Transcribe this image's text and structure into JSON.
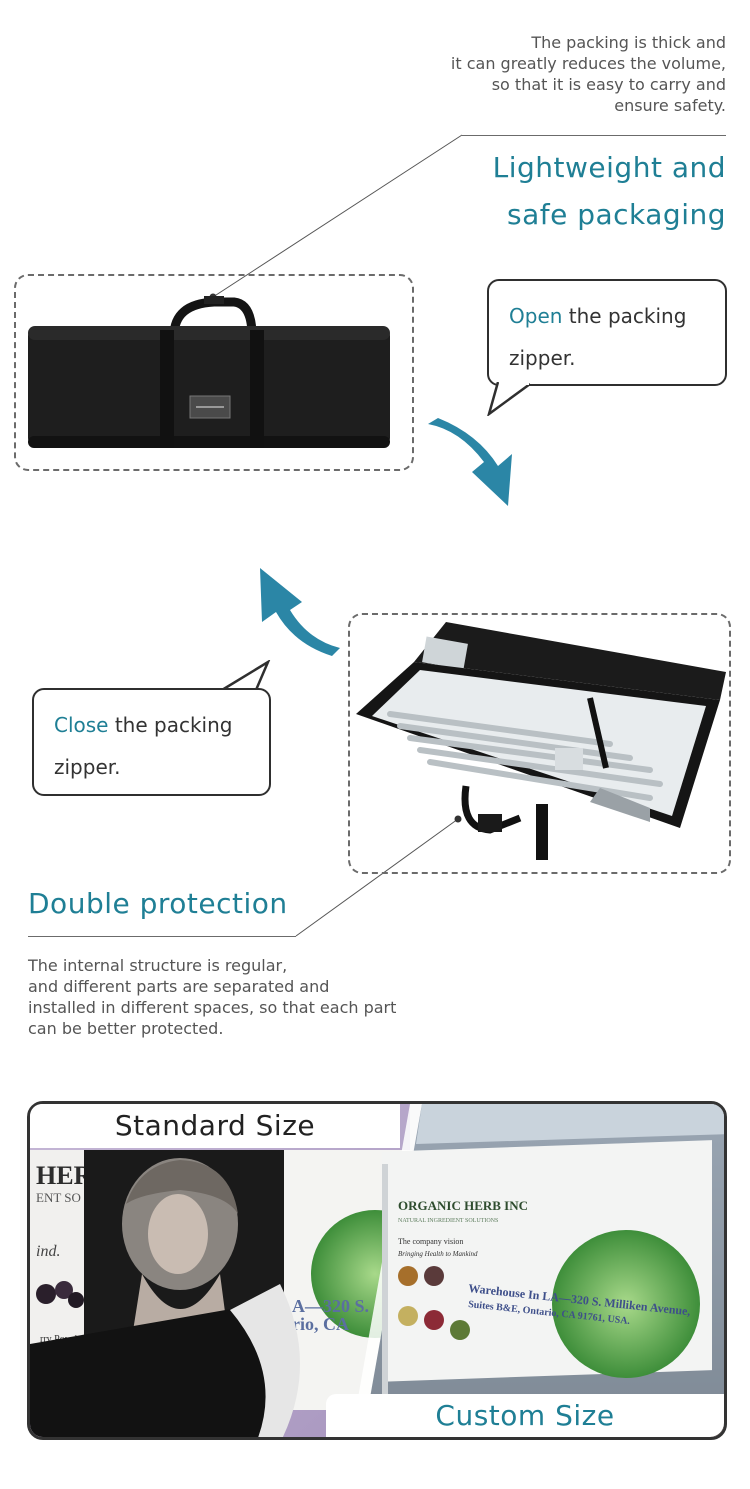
{
  "packing": {
    "intro": "The packing is thick and\nit can greatly reduces the volume,\nso that it is easy to carry and\nensure safety.",
    "title": "Lightweight and\nsafe packaging"
  },
  "open_bubble": {
    "accent": "Open",
    "rest": " the packing",
    "line2": "zipper."
  },
  "close_bubble": {
    "accent": "Close",
    "rest": " the packing",
    "line2": "zipper."
  },
  "protection": {
    "title": "Double protection",
    "body": "The internal structure is regular,\nand different parts are separated and\ninstalled in different spaces, so that each part\ncan be better protected."
  },
  "sizes": {
    "standard_label": "Standard Size",
    "custom_label": "Custom Size",
    "banner_left_text": "HERB",
    "banner_left_sub": "ENT SO",
    "banner_script": "ind.",
    "banner_product": "rry Powder",
    "banner_mid_text": "A—320 S.",
    "banner_mid_text2": "rio, CA",
    "wall_logo": "ORGANIC HERB INC",
    "wall_logo_sub": "NATURAL INGREDIENT SOLUTIONS",
    "wall_tag": "The company vision",
    "wall_tag2": "Bringing Health to Mankind",
    "wall_address1": "Warehouse In LA—320 S. Milliken Avenue,",
    "wall_address2": "Suites B&E, Ontario, CA 91761, USA."
  },
  "colors": {
    "accent": "#1f7f95",
    "arrow": "#2b86a6",
    "frame": "#333333"
  }
}
